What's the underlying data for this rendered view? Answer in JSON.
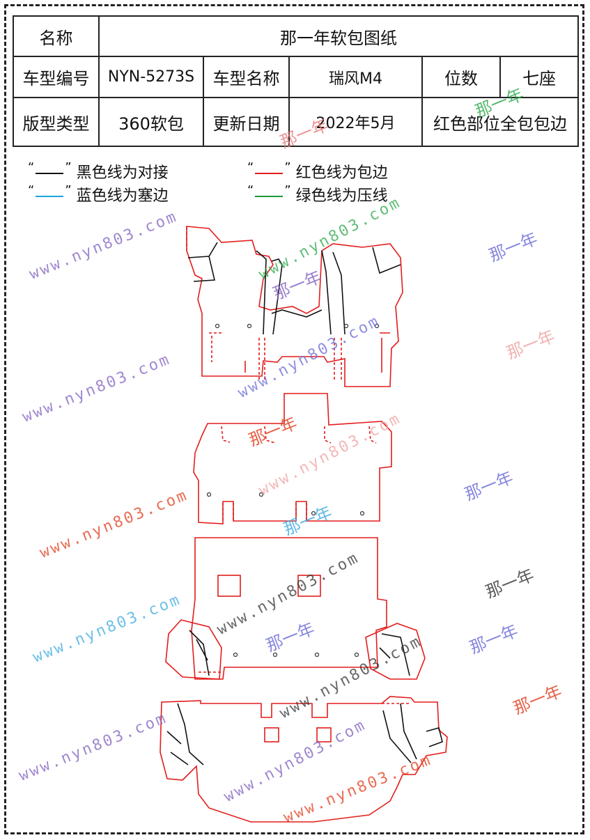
{
  "header": {
    "name_label": "名称",
    "name_value": "那一年软包图纸",
    "model_code_label": "车型编号",
    "model_code_value": "NYN-5273S",
    "model_name_label": "车型名称",
    "model_name_value": "瑞风M4",
    "seats_label": "位数",
    "seats_value": "七座",
    "type_label": "版型类型",
    "type_value": "360软包",
    "date_label": "更新日期",
    "date_value": "2022年5月",
    "red_note": "红色部位全包包边"
  },
  "legend": [
    {
      "quote_open": "“",
      "quote_close": "”",
      "color": "#111111",
      "text": "黑色线为对接"
    },
    {
      "quote_open": "“",
      "quote_close": "”",
      "color": "#e31c1c",
      "text": "红色线为包边"
    },
    {
      "quote_open": "“",
      "quote_close": "”",
      "color": "#1aa3e0",
      "text": "蓝色线为塞边"
    },
    {
      "quote_open": "“",
      "quote_close": "”",
      "color": "#1a9a3a",
      "text": "绿色线为压线"
    }
  ],
  "watermarks": {
    "url": "www.nyn803.com",
    "cn": "那一年"
  },
  "colors": {
    "outline": "#e31c1c",
    "join": "#111111",
    "border": "#222222"
  }
}
